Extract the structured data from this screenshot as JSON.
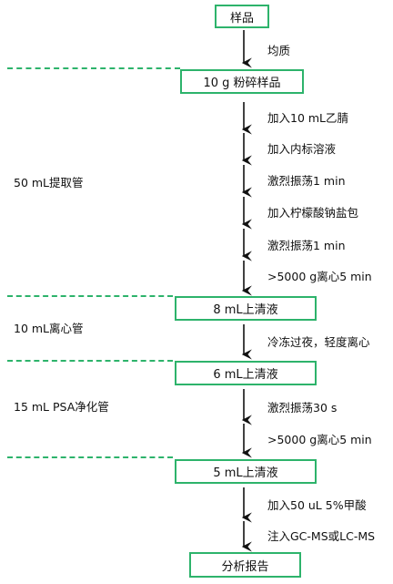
{
  "boxes": [
    "样品",
    "10 g 粉碎样品",
    "8 mL上清液",
    "6 mL上清液",
    "5 mL上清液",
    "分析报告"
  ],
  "steps": [
    "均质",
    "加入10 mL乙腈",
    "加入内标溶液",
    "激烈振荡1 min",
    "加入柠檬酸钠盐包",
    "激烈振荡1 min",
    ">5000 g离心5 min",
    "冷冻过夜，轻度离心",
    "激烈振荡30 s",
    ">5000 g离心5 min",
    "加入50 uL 5%甲酸",
    "注入GC-MS或LC-MS"
  ],
  "tubes": [
    "50 mL提取管",
    "10 mL离心管",
    "15 mL PSA净化管"
  ],
  "colors": {
    "accent": "#2db36b",
    "arrow": "#111111"
  }
}
